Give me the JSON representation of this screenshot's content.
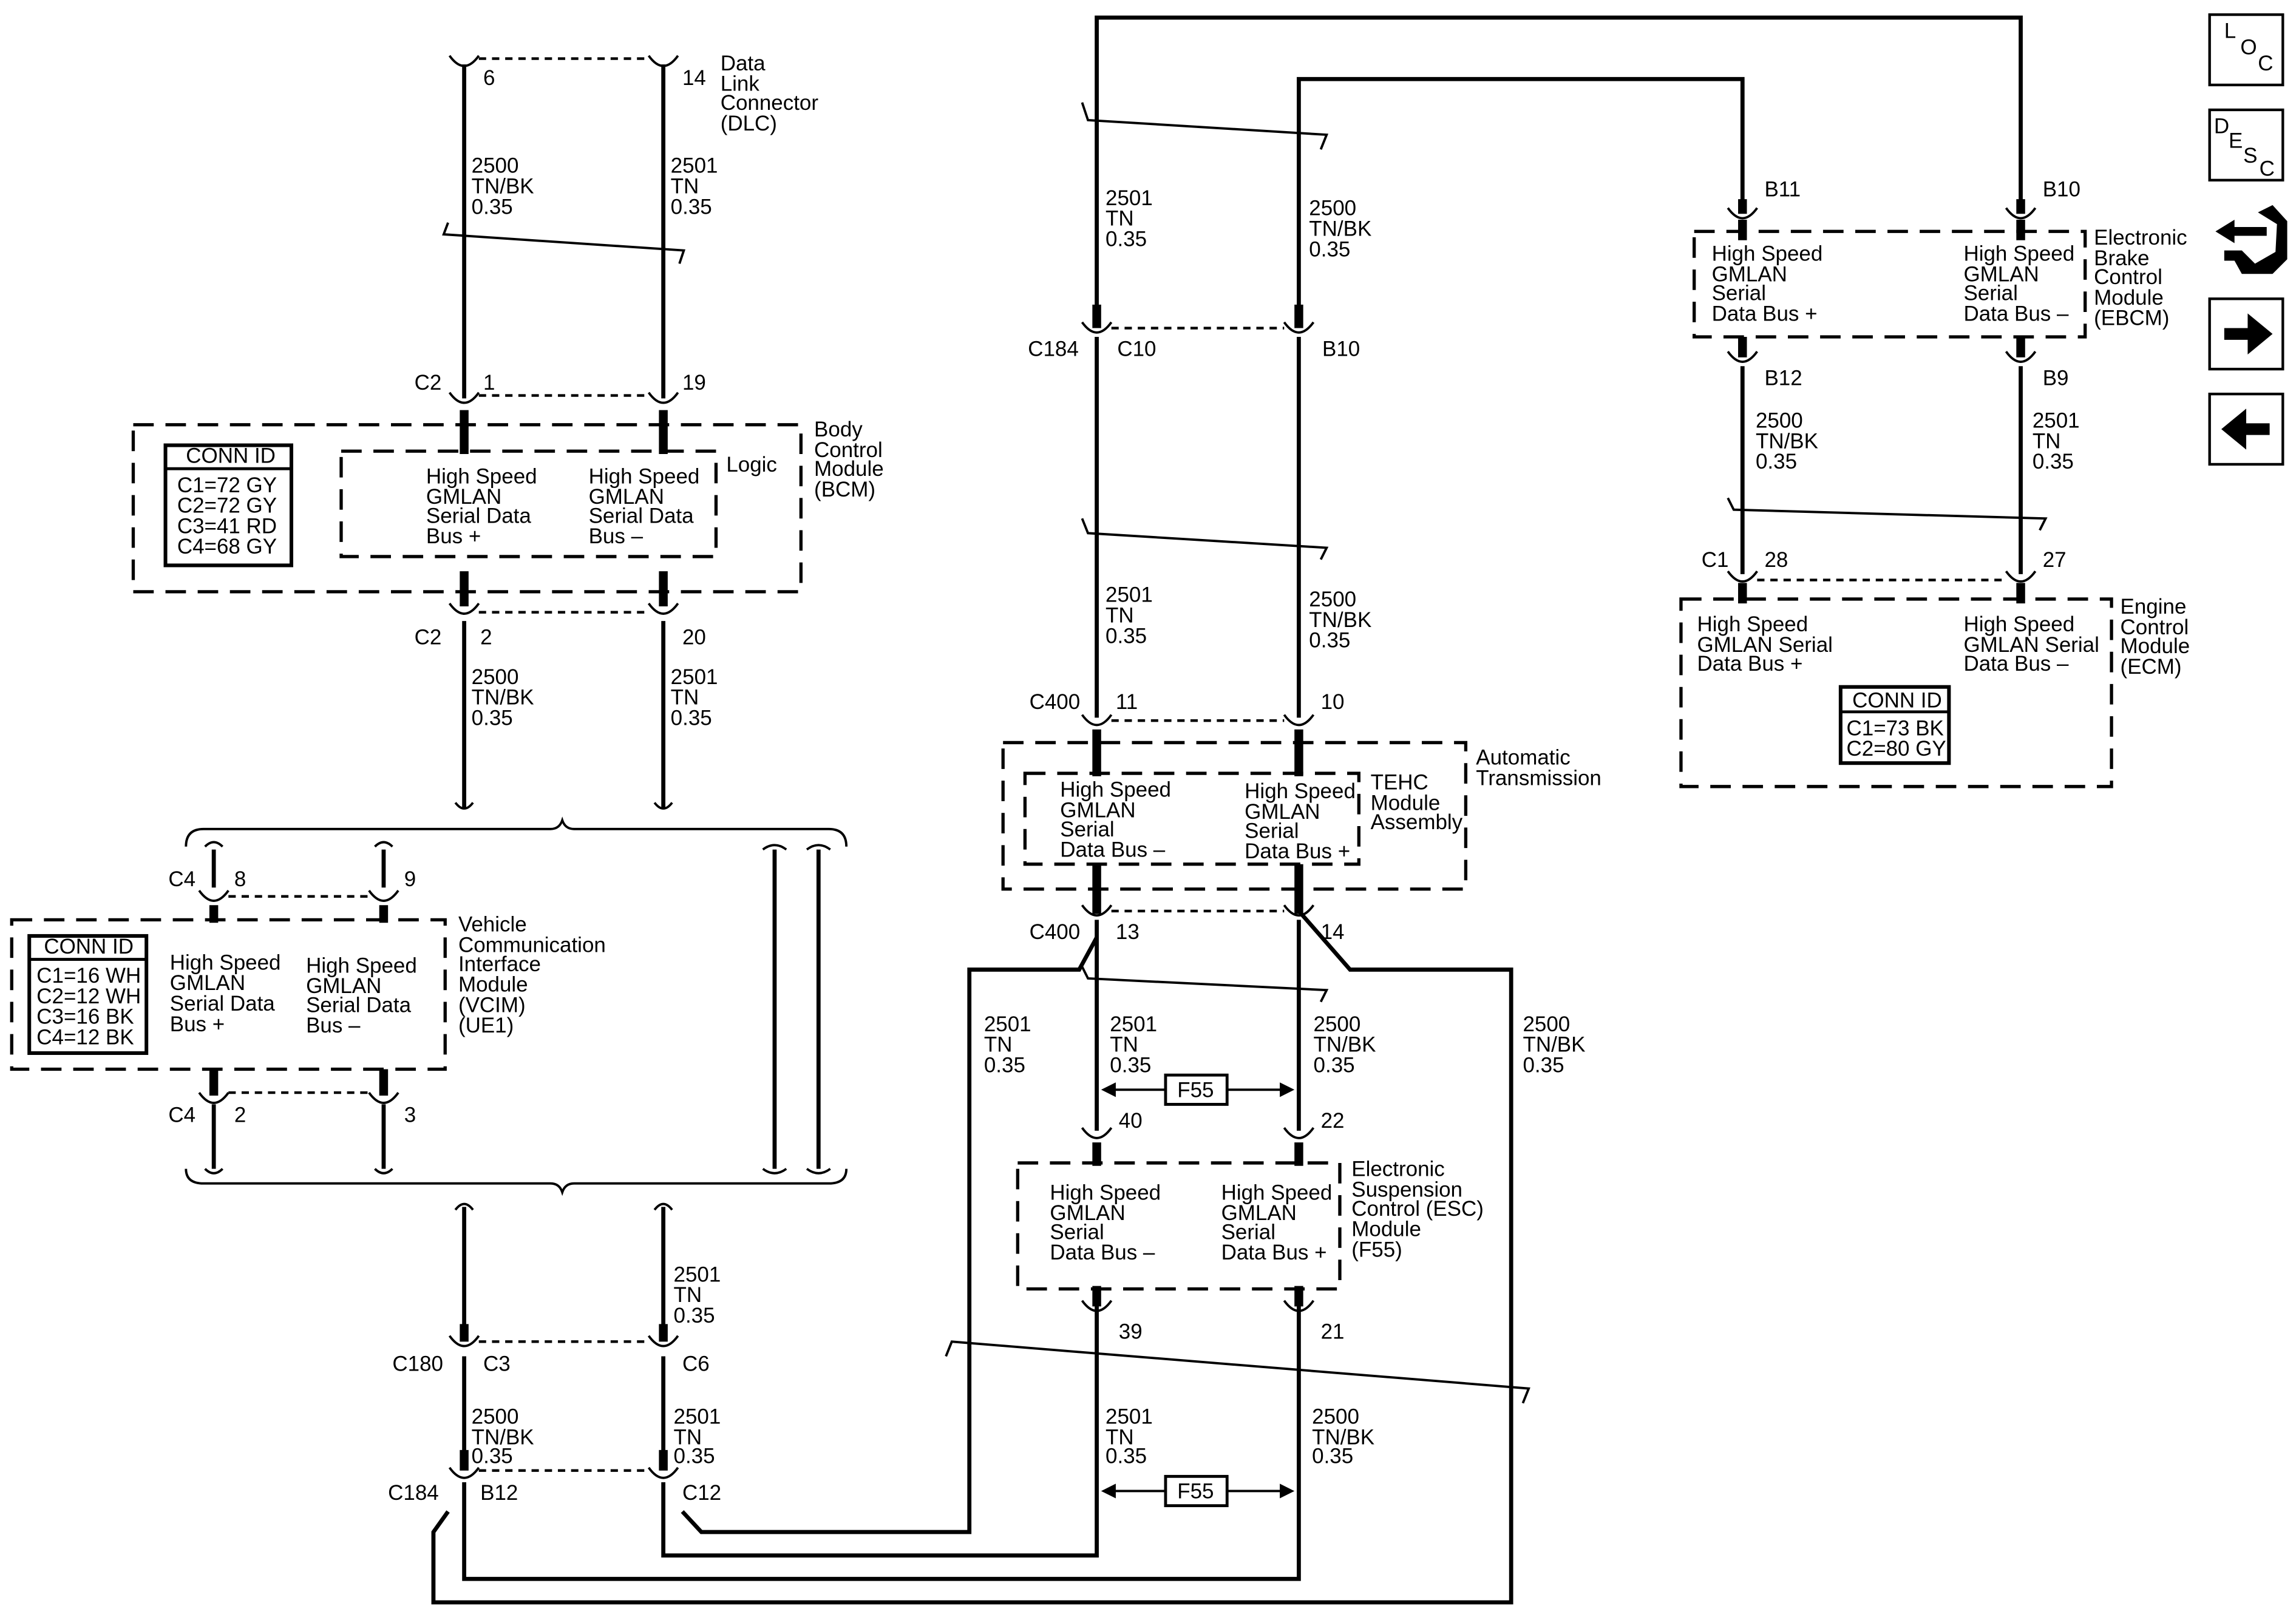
{
  "dlc": {
    "pin_a": "6",
    "pin_b": "14",
    "name": [
      "Data",
      "Link",
      "Connector",
      "(DLC)"
    ]
  },
  "bcm": {
    "name": [
      "Body",
      "Control",
      "Module",
      "(BCM)"
    ],
    "logic": "Logic",
    "conn_id_title": "CONN ID",
    "conn_ids": [
      "C1=72 GY",
      "C2=72 GY",
      "C3=41 RD",
      "C4=68 GY"
    ],
    "top_conn": "C2",
    "top_pin_a": "1",
    "top_pin_b": "19",
    "bot_conn": "C2",
    "bot_pin_a": "2",
    "bot_pin_b": "20",
    "label_plus": [
      "High Speed",
      "GMLAN",
      "Serial Data",
      "Bus +"
    ],
    "label_minus": [
      "High Speed",
      "GMLAN",
      "Serial Data",
      "Bus –"
    ]
  },
  "vcim": {
    "name": [
      "Vehicle",
      "Communication",
      "Interface",
      "Module",
      "(VCIM)",
      "(UE1)"
    ],
    "conn_id_title": "CONN ID",
    "conn_ids": [
      "C1=16 WH",
      "C2=12 WH",
      "C3=16 BK",
      "C4=12 BK"
    ],
    "top_conn": "C4",
    "top_pin_a": "8",
    "top_pin_b": "9",
    "bot_conn": "C4",
    "bot_pin_a": "2",
    "bot_pin_b": "3",
    "label_plus": [
      "High Speed",
      "GMLAN",
      "Serial Data",
      "Bus +"
    ],
    "label_minus": [
      "High Speed",
      "GMLAN",
      "Serial Data",
      "Bus –"
    ]
  },
  "c180": {
    "conn": "C180",
    "pin_a": "C3",
    "pin_b": "C6"
  },
  "c184_left": {
    "conn": "C184",
    "pin_a": "B12",
    "pin_b": "C12"
  },
  "c184_mid": {
    "conn": "C184",
    "pin_a": "C10",
    "pin_b": "B10"
  },
  "tehc": {
    "name": [
      "Automatic",
      "Transmission"
    ],
    "sub": [
      "TEHC",
      "Module",
      "Assembly"
    ],
    "top_conn": "C400",
    "top_pin_a": "11",
    "top_pin_b": "10",
    "bot_conn": "C400",
    "bot_pin_a": "13",
    "bot_pin_b": "14",
    "label_minus": [
      "High Speed",
      "GMLAN",
      "Serial",
      "Data  Bus –"
    ],
    "label_plus": [
      "High Speed",
      "GMLAN",
      "Serial",
      "Data Bus +"
    ]
  },
  "esc": {
    "name": [
      "Electronic",
      "Suspension",
      "Control (ESC)",
      "Module",
      "(F55)"
    ],
    "top_pin_a": "40",
    "top_pin_b": "22",
    "bot_pin_a": "39",
    "bot_pin_b": "21",
    "label_minus": [
      "High Speed",
      "GMLAN",
      "Serial",
      "Data Bus –"
    ],
    "label_plus": [
      "High Speed",
      "GMLAN",
      "Serial",
      "Data Bus +"
    ],
    "option": "F55"
  },
  "ebcm": {
    "name": [
      "Electronic",
      "Brake",
      "Control",
      "Module",
      "(EBCM)"
    ],
    "top_pin_a": "B11",
    "top_pin_b": "B10",
    "bot_pin_a": "B12",
    "bot_pin_b": "B9",
    "label_plus": [
      "High Speed",
      "GMLAN",
      "Serial",
      "Data Bus +"
    ],
    "label_minus": [
      "High Speed",
      "GMLAN",
      "Serial",
      "Data Bus –"
    ]
  },
  "ecm": {
    "name": [
      "Engine",
      "Control",
      "Module",
      "(ECM)"
    ],
    "conn": "C1",
    "pin_a": "28",
    "pin_b": "27",
    "label_plus": [
      "High Speed",
      "GMLAN Serial",
      "Data Bus +"
    ],
    "label_minus": [
      "High Speed",
      "GMLAN Serial",
      "Data Bus –"
    ],
    "conn_id_title": "CONN ID",
    "conn_ids": [
      "C1=73 BK",
      "C2=80 GY"
    ]
  },
  "wire_2500": [
    "2500",
    "TN/BK",
    "0.35"
  ],
  "wire_2501": [
    "2501",
    "TN",
    "0.35"
  ],
  "nav": {
    "loc": [
      "L",
      "O",
      "C"
    ],
    "desc": [
      "D",
      "E",
      "S",
      "C"
    ],
    "connector_icon": "connector-tool-icon",
    "next_icon": "arrow-right-icon",
    "prev_icon": "arrow-left-icon"
  }
}
